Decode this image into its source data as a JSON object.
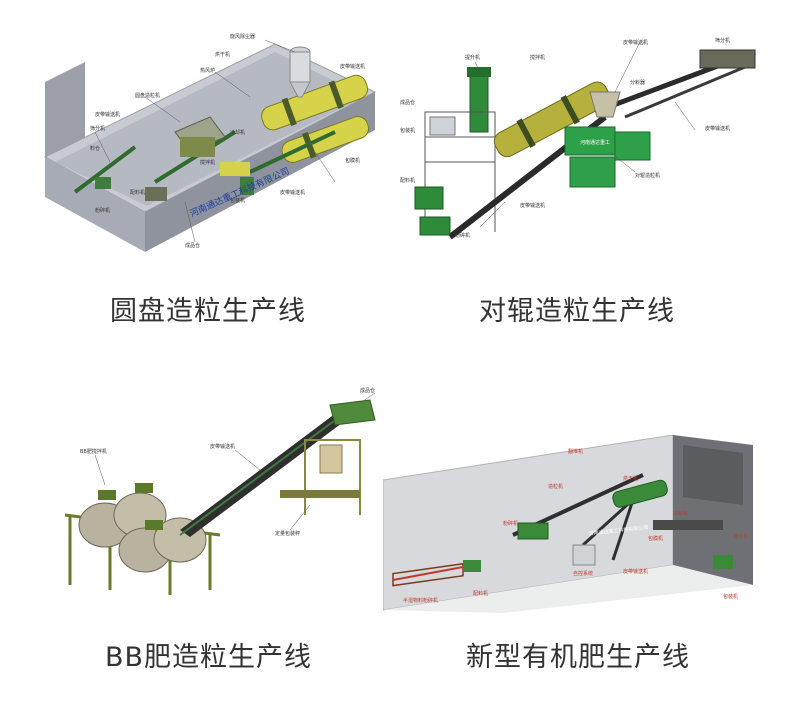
{
  "panels": [
    {
      "caption": "圆盘造粒生产线",
      "watermark": "河南通达重工科技有限公司",
      "labels": [
        "旋风除尘器",
        "热风炉",
        "烘干机",
        "皮带输送机",
        "圆盘造粒机",
        "冷却机",
        "筛分机",
        "包膜机",
        "料仓",
        "搅拌机",
        "粉碎机",
        "配料机",
        "包装机",
        "成品仓",
        "皮带输送机",
        "皮带输送机"
      ]
    },
    {
      "caption": "对辊造粒生产线",
      "watermark": "河南通达重工",
      "labels": [
        "提升机",
        "搅拌机",
        "皮带输送机",
        "筛分机",
        "分料器",
        "成品仓",
        "包装机",
        "对辊造粒机",
        "皮带输送机",
        "粉碎机",
        "配料机",
        "皮带输送机"
      ]
    },
    {
      "caption": "BB肥造粒生产线",
      "labels": [
        "成品仓",
        "BB肥搅拌机",
        "皮带输送机",
        "定量包装秤"
      ]
    },
    {
      "caption": "新型有机肥生产线",
      "watermark": "河南通达重工科技有限公司",
      "labels": [
        "翻堆机",
        "造粒机",
        "烘干机",
        "冷却机",
        "筛分机",
        "包膜机",
        "包装机",
        "粉碎机",
        "半湿物料粉碎机",
        "配料机",
        "皮带输送机",
        "自控系统"
      ]
    }
  ]
}
